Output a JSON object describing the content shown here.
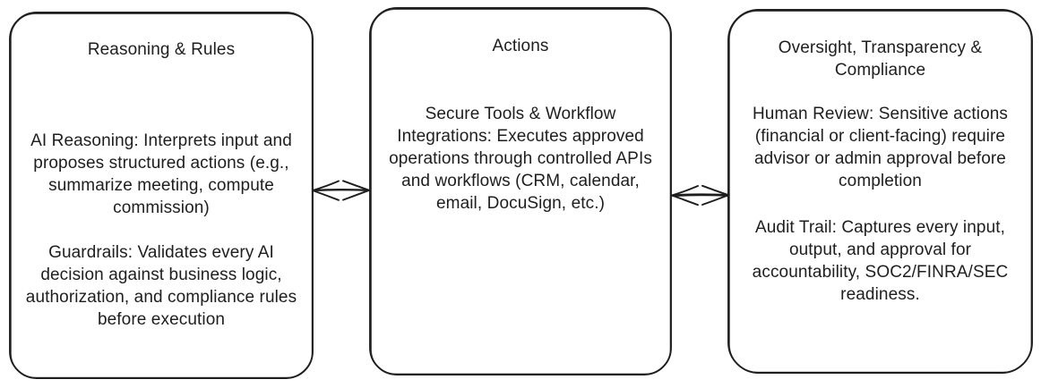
{
  "diagram": {
    "background_color": "#ffffff",
    "stroke_color": "#1e1e1e",
    "text_color": "#1e1e1e",
    "boxes": [
      {
        "id": "reasoning-rules",
        "title": "Reasoning & Rules",
        "paragraphs": [
          "AI Reasoning: Interprets input and\nproposes structured actions (e.g.,\nsummarize meeting, compute\ncommission)",
          "Guardrails: Validates every AI\ndecision against business logic,\nauthorization, and compliance rules\nbefore execution"
        ]
      },
      {
        "id": "actions",
        "title": "Actions",
        "paragraphs": [
          "Secure Tools & Workflow\nIntegrations: Executes approved\noperations through controlled APIs\nand workflows (CRM, calendar,\nemail, DocuSign, etc.)"
        ]
      },
      {
        "id": "oversight-transparency-compliance",
        "title": "Oversight, Transparency &\nCompliance",
        "paragraphs": [
          "Human Review: Sensitive actions\n(financial or client-facing) require\nadvisor or admin approval before\ncompletion",
          "Audit Trail: Captures every input,\noutput, and approval for\naccountability, SOC2/FINRA/SEC\nreadiness."
        ]
      }
    ],
    "connectors": [
      {
        "type": "bidirectional-arrow",
        "from": "Reasoning & Rules",
        "to": "Actions"
      },
      {
        "type": "bidirectional-arrow",
        "from": "Actions",
        "to": "Oversight, Transparency & Compliance"
      }
    ]
  }
}
